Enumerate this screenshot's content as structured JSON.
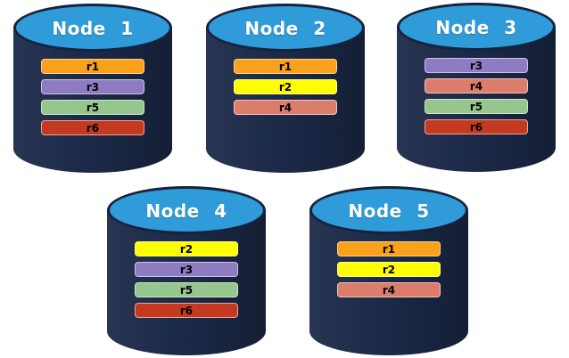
{
  "palette": {
    "cylinder_body": "#1C2A49",
    "cylinder_top": "#2F9BD8",
    "cylinder_outline": "#16233F",
    "replica_colors": {
      "r1": "#F9A11B",
      "r2": "#FEFE00",
      "r3": "#8E7CC3",
      "r4": "#DC7D6C",
      "r5": "#95C78D",
      "r6": "#C43A20"
    }
  },
  "nodes": [
    {
      "name": "Node 1",
      "replicas": [
        "r1",
        "r3",
        "r5",
        "r6"
      ]
    },
    {
      "name": "Node 2",
      "replicas": [
        "r1",
        "r2",
        "r4"
      ]
    },
    {
      "name": "Node 3",
      "replicas": [
        "r3",
        "r4",
        "r5",
        "r6"
      ]
    },
    {
      "name": "Node 4",
      "replicas": [
        "r2",
        "r3",
        "r5",
        "r6"
      ]
    },
    {
      "name": "Node 5",
      "replicas": [
        "r1",
        "r2",
        "r4"
      ]
    }
  ]
}
